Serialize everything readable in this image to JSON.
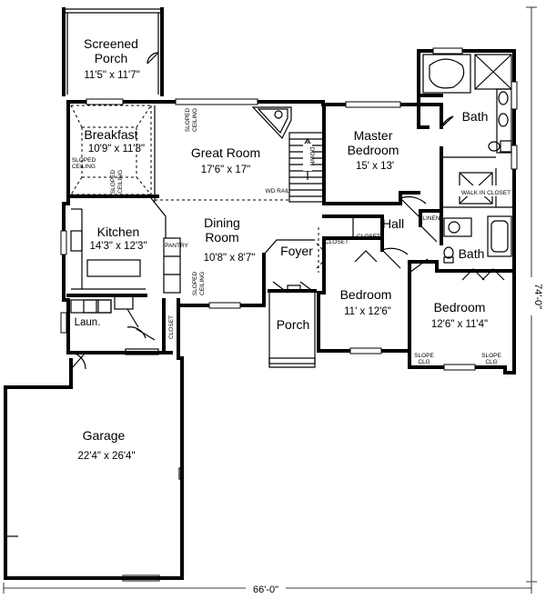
{
  "rooms": {
    "screened_porch": {
      "name_line1": "Screened",
      "name_line2": "Porch",
      "size": "11'5\" x 11'7\""
    },
    "breakfast": {
      "name": "Breakfast",
      "size": "10'9\" x 11'8\""
    },
    "great_room": {
      "name": "Great Room",
      "size": "17'6\" x 17\""
    },
    "master_bedroom": {
      "name_line1": "Master",
      "name_line2": "Bedroom",
      "size": "15' x 13'"
    },
    "master_bath": {
      "name": "Bath"
    },
    "kitchen": {
      "name": "Kitchen",
      "size": "14'3\" x 12'3\""
    },
    "dining_room": {
      "name_line1": "Dining",
      "name_line2": "Room",
      "size": "10'8\" x 8'7\""
    },
    "hall": {
      "name": "Hall"
    },
    "foyer": {
      "name": "Foyer"
    },
    "bath2": {
      "name": "Bath"
    },
    "bedroom2": {
      "name": "Bedroom",
      "size": "11' x 12'6\""
    },
    "bedroom3": {
      "name": "Bedroom",
      "size": "12'6\" x 11'4\""
    },
    "laundry": {
      "name": "Laun."
    },
    "porch": {
      "name": "Porch"
    },
    "garage": {
      "name": "Garage",
      "size": "22'4\" x 26'4\""
    }
  },
  "labels": {
    "sloped": "SLOPED",
    "ceiling": "CEILING",
    "sloped_ceiling_inline": "SLOPED CEILING",
    "down": "DOWN",
    "wd_rail": "WD RAIL",
    "walk_in_closet": "WALK IN CLOSET",
    "linen": "LINEN",
    "closet": "CLOSET",
    "pantry": "PANTRY",
    "slope": "SLOPE",
    "clg": "CLG"
  },
  "dimensions": {
    "width": "66'-0\"",
    "depth": "74'-0\""
  }
}
